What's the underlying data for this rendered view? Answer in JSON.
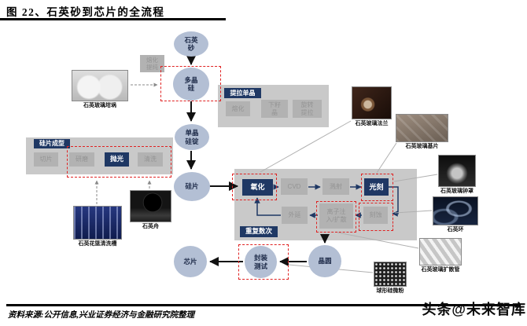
{
  "title": "图 22、石英砂到芯片的全流程",
  "footer": {
    "source": "资料来源:公开信息,兴业证券经济与金融研究院整理",
    "watermark": "头条@未来智库"
  },
  "nodes": {
    "quartz_sand": "石英砂",
    "polysilicon": "多晶硅",
    "mono_ingot": "单晶硅锭",
    "silicon_wafer": "硅片",
    "wafer": "晶圆",
    "package_test": "封装测试",
    "chip": "芯片"
  },
  "steps": {
    "melt_purify": "熔化提纯"
  },
  "panels": {
    "crystal_pulling": {
      "header": "提拉单晶",
      "steps": [
        "熔化",
        "下籽晶",
        "旋转提拉"
      ]
    },
    "wafer_forming": {
      "header": "硅片成型",
      "steps": [
        "切片",
        "研磨",
        "抛光",
        "清洗"
      ]
    },
    "front_end": {
      "top_steps": [
        "氧化",
        "CVD",
        "溅射",
        "光刻"
      ],
      "bottom_steps": [
        "外延",
        "离子注入/扩散",
        "刻蚀"
      ],
      "repeat_label": "重复数次"
    }
  },
  "photos": [
    {
      "label": "石英玻璃坩埚"
    },
    {
      "label": "石英花篮清洗槽"
    },
    {
      "label": "石英舟"
    },
    {
      "label": "石英玻璃法兰"
    },
    {
      "label": "石英玻璃基片"
    },
    {
      "label": "石英玻璃钟罩"
    },
    {
      "label": "石英环"
    },
    {
      "label": "石英玻璃扩散管"
    },
    {
      "label": "球形硅微粉"
    }
  ],
  "colors": {
    "navy": "#1f3864",
    "red_dashed": "#e02222",
    "circle_fill": "#b3bfd4",
    "panel_gray": "#c9c9c9",
    "box_gray": "#b2b2b2"
  }
}
